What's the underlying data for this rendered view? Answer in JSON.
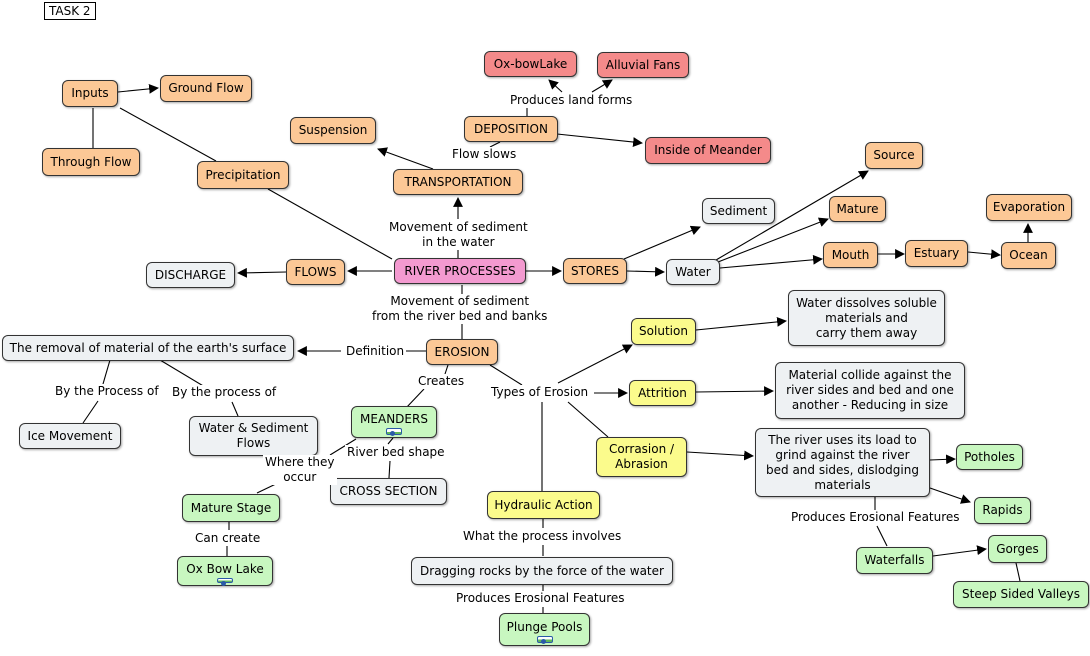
{
  "task_label": "TASK 2",
  "nodes": {
    "inputs": "Inputs",
    "ground_flow": "Ground Flow",
    "through_flow": "Through Flow",
    "precipitation": "Precipitation",
    "oxbow_lake": "Ox-bowLake",
    "alluvial_fans": "Alluvial Fans",
    "suspension": "Suspension",
    "deposition": "DEPOSITION",
    "inside_meander": "Inside of Meander",
    "transportation": "TRANSPORTATION",
    "source": "Source",
    "sediment": "Sediment",
    "mature": "Mature",
    "evaporation": "Evaporation",
    "discharge": "DISCHARGE",
    "flows": "FLOWS",
    "river_processes": "RIVER PROCESSES",
    "stores": "STORES",
    "water": "Water",
    "mouth": "Mouth",
    "estuary": "Estuary",
    "ocean": "Ocean",
    "removal_definition": "The removal of material of the earth's surface",
    "erosion": "EROSION",
    "solution": "Solution",
    "solution_desc": "Water dissolves soluble\nmaterials and\ncarry them away",
    "attrition": "Attrition",
    "attrition_desc": "Material collide against the\nriver sides and bed and one\nanother - Reducing in size",
    "ice_movement": "Ice Movement",
    "water_sediment_flows": "Water & Sediment\nFlows",
    "meanders": "MEANDERS",
    "corrasion": "Corrasion /\nAbrasion",
    "corrasion_desc": "The river uses its load to\ngrind against the river\nbed and sides, dislodging\nmaterials",
    "potholes": "Potholes",
    "rapids": "Rapids",
    "cross_section": "CROSS SECTION",
    "mature_stage": "Mature Stage",
    "hydraulic_action": "Hydraulic Action",
    "ox_bow_lake": "Ox Bow Lake",
    "dragging_rocks": "Dragging rocks by the force of the water",
    "waterfalls": "Waterfalls",
    "gorges": "Gorges",
    "steep_valleys": "Steep Sided Valleys",
    "plunge_pools": "Plunge Pools"
  },
  "labels": {
    "produces_land_forms": "Produces land forms",
    "flow_slows": "Flow slows",
    "movement_water": "Movement of sediment\nin the water",
    "movement_bed": "Movement of sediment\nfrom the river bed and banks",
    "definition": "Definition",
    "creates": "Creates",
    "by_process_of_1": "By the Process of",
    "by_process_of_2": "By the process of",
    "types_of_erosion": "Types of Erosion",
    "river_bed_shape": "River bed shape",
    "where_they_occur": "Where they\noccur",
    "can_create": "Can create",
    "what_process_involves": "What the process involves",
    "produces_erosional_1": "Produces Erosional Features",
    "produces_erosional_2": "Produces Erosional Features"
  },
  "colors": {
    "orange": "#fcc896",
    "pink": "#f48a8a",
    "gray": "#eef1f3",
    "yellow": "#fbfb8c",
    "green": "#c8f7c0",
    "magenta": "#f39ad0"
  },
  "icons": [
    "image-icon"
  ]
}
